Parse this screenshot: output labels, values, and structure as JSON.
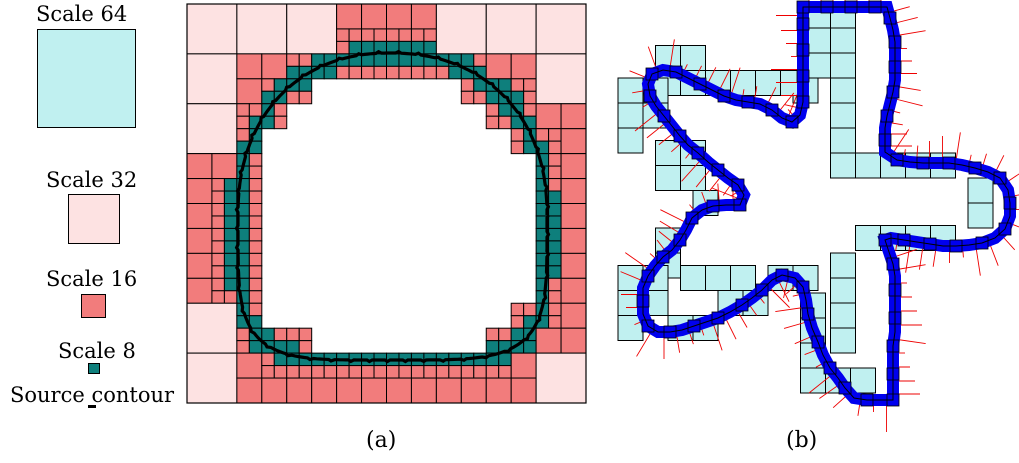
{
  "legend": {
    "items": [
      {
        "label": "Scale 64",
        "color": "#c0f0f0"
      },
      {
        "label": "Scale 32",
        "color": "#fde2e2"
      },
      {
        "label": "Scale 16",
        "color": "#f27c7c"
      },
      {
        "label": "Scale 8",
        "color": "#0e7f7c"
      },
      {
        "label": "Source contour",
        "color": "#000000"
      }
    ]
  },
  "panels": {
    "a": {
      "caption": "(a)"
    },
    "b": {
      "caption": "(b)"
    }
  },
  "colors": {
    "scale64": "#c0f0f0",
    "scale32": "#fde2e2",
    "scale16": "#f27c7c",
    "scale8": "#0e7f7c",
    "contour": "#000000",
    "fine_cell": "#0000ee",
    "normals": "#ee0000"
  }
}
